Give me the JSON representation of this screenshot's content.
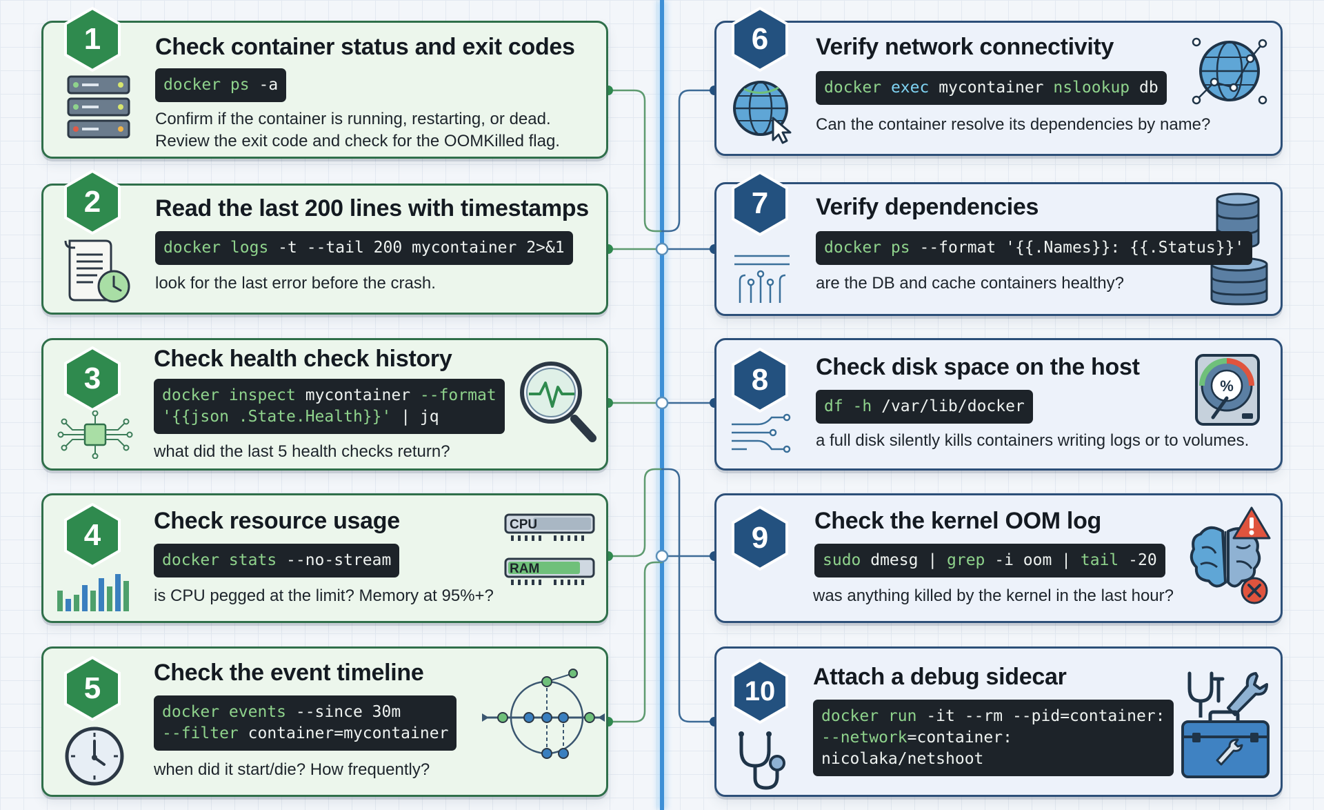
{
  "colors": {
    "left_card_bg": "#ecf6ec",
    "left_card_border": "#2f6f4a",
    "left_badge": "#2f8a4e",
    "right_card_bg": "#edf2fa",
    "right_card_border": "#2c4f78",
    "right_badge": "#23517f",
    "terminal_bg": "#1d2329",
    "command_green": "#8fd38c",
    "command_blue": "#7fd3f2",
    "spine": "#3c8fd6"
  },
  "steps": [
    {
      "number": "1",
      "title": "Check container status and exit codes",
      "command": [
        [
          {
            "t": "docker ps",
            "c": "kw"
          },
          {
            "t": " -a"
          }
        ]
      ],
      "description": [
        "Confirm if the container is running, restarting, or dead.",
        "Review the exit code and check for the OOMKilled flag."
      ],
      "icon": "server-rack-icon"
    },
    {
      "number": "2",
      "title": "Read the last 200 lines with timestamps",
      "command": [
        [
          {
            "t": "docker logs",
            "c": "kw"
          },
          {
            "t": " -t --tail 200 mycontainer 2>&1"
          }
        ]
      ],
      "description": [
        "look for the last error before the crash."
      ],
      "icon": "log-scroll-clock-icon"
    },
    {
      "number": "3",
      "title": "Check health check history",
      "command": [
        [
          {
            "t": "docker inspect",
            "c": "kw"
          },
          {
            "t": " mycontainer "
          },
          {
            "t": "--format",
            "c": "kw"
          }
        ],
        [
          {
            "t": "'{{json .State.Health}}'",
            "c": "kw"
          },
          {
            "t": " | jq"
          }
        ]
      ],
      "description": [
        "what did the last 5 health checks return?"
      ],
      "icon": "heartbeat-magnifier-icon"
    },
    {
      "number": "4",
      "title": "Check resource usage",
      "command": [
        [
          {
            "t": "docker stats",
            "c": "kw"
          },
          {
            "t": " --no-stream"
          }
        ]
      ],
      "description": [
        "is CPU pegged at the limit? Memory at 95%+?"
      ],
      "icon": "cpu-ram-meter-icon",
      "cpu_label": "CPU",
      "ram_label": "RAM"
    },
    {
      "number": "5",
      "title": "Check the event timeline",
      "command": [
        [
          {
            "t": "docker events",
            "c": "kw"
          },
          {
            "t": " --since 30m"
          }
        ],
        [
          {
            "t": "--filter",
            "c": "kw"
          },
          {
            "t": " container=mycontainer"
          }
        ]
      ],
      "description": [
        "when did it start/die? How frequently?"
      ],
      "icon": "timeline-graph-icon"
    },
    {
      "number": "6",
      "title": "Verify network connectivity",
      "command": [
        [
          {
            "t": "docker",
            "c": "kw"
          },
          {
            "t": " "
          },
          {
            "t": "exec",
            "c": "kb"
          },
          {
            "t": " mycontainer "
          },
          {
            "t": "nslookup",
            "c": "kw"
          },
          {
            "t": " db"
          }
        ]
      ],
      "description": [
        "Can the container resolve its dependencies by name?"
      ],
      "icon": "network-globe-icon"
    },
    {
      "number": "7",
      "title": "Verify dependencies",
      "command": [
        [
          {
            "t": "docker ps",
            "c": "kw"
          },
          {
            "t": " --format '{{.Names}}: {{.Status}}'"
          }
        ]
      ],
      "description": [
        "are the DB and cache containers healthy?"
      ],
      "icon": "database-stack-icon"
    },
    {
      "number": "8",
      "title": "Check disk space on the host",
      "command": [
        [
          {
            "t": "df -h",
            "c": "kw"
          },
          {
            "t": " /var/lib/docker"
          }
        ]
      ],
      "description": [
        "a full disk silently kills containers writing logs or to volumes."
      ],
      "icon": "disk-gauge-icon",
      "gauge_label": "%"
    },
    {
      "number": "9",
      "title": "Check the kernel OOM log",
      "command": [
        [
          {
            "t": "sudo",
            "c": "kw"
          },
          {
            "t": " dmesg | "
          },
          {
            "t": "grep",
            "c": "kw"
          },
          {
            "t": " -i oom | "
          },
          {
            "t": "tail",
            "c": "kw"
          },
          {
            "t": " -20"
          }
        ]
      ],
      "description": [
        "was anything killed by the kernel in the last hour?"
      ],
      "icon": "brain-warning-icon"
    },
    {
      "number": "10",
      "title": "Attach a debug sidecar",
      "command": [
        [
          {
            "t": "docker run",
            "c": "kw"
          },
          {
            "t": " -it --rm --pid=container:"
          }
        ],
        [
          {
            "t": "--network",
            "c": "kw"
          },
          {
            "t": "=container:"
          }
        ],
        [
          {
            "t": "nicolaka/netshoot"
          }
        ]
      ],
      "description": [],
      "icon": "toolbox-stethoscope-icon"
    }
  ]
}
